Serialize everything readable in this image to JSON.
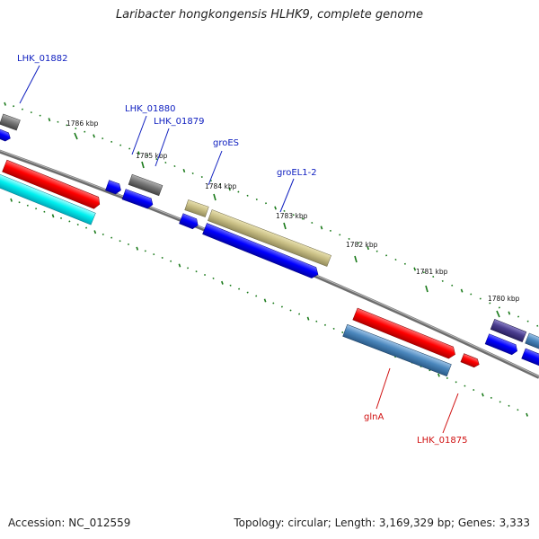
{
  "title": "Laribacter hongkongensis HLHK9, complete genome",
  "footer": {
    "accession": "Accession: NC_012559",
    "summary": "Topology: circular; Length: 3,169,329 bp; Genes: 3,333"
  },
  "colors": {
    "backbone": "#7a7a7a",
    "tick": "#1a7a1a",
    "label_blue": "#1020c0",
    "label_red": "#d01010"
  },
  "tick_labels": [
    "1786 kbp",
    "1785 kbp",
    "1784 kbp",
    "1783 kbp",
    "1782 kbp",
    "1781 kbp",
    "1780 kbp"
  ],
  "gene_labels": [
    {
      "name": "LHK_01882",
      "color": "blue"
    },
    {
      "name": "LHK_01880",
      "color": "blue"
    },
    {
      "name": "LHK_01879",
      "color": "blue"
    },
    {
      "name": "groES",
      "color": "blue"
    },
    {
      "name": "groEL1-2",
      "color": "blue"
    },
    {
      "name": "glnA",
      "color": "red"
    },
    {
      "name": "LHK_01875",
      "color": "red"
    }
  ]
}
